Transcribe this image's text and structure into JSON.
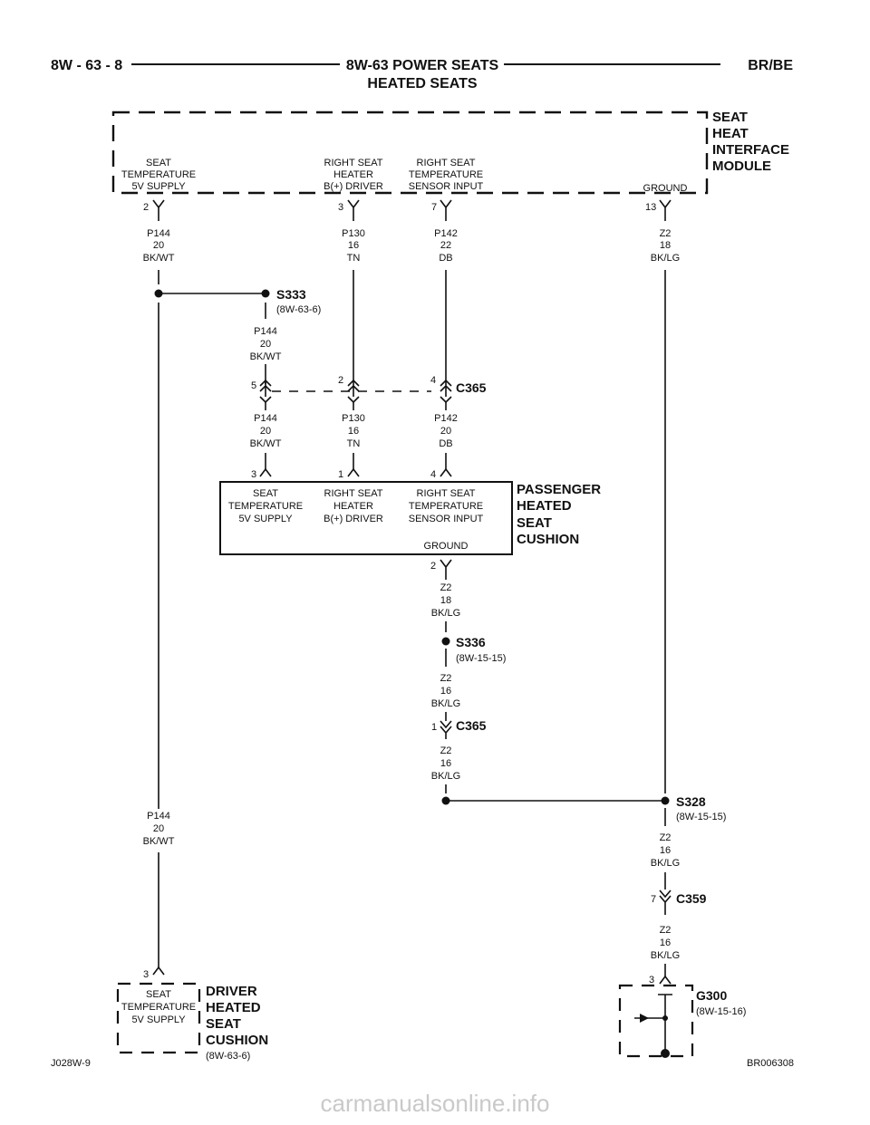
{
  "header": {
    "page_ref": "8W - 63 - 8",
    "title_line1": "8W-63 POWER SEATS",
    "title_line2": "HEATED SEATS",
    "model": "BR/BE"
  },
  "modules": {
    "interface": {
      "name": [
        "SEAT",
        "HEAT",
        "INTERFACE",
        "MODULE"
      ],
      "pins": [
        {
          "num": "2",
          "label": [
            "SEAT",
            "TEMPERATURE",
            "5V SUPPLY"
          ]
        },
        {
          "num": "3",
          "label": [
            "RIGHT SEAT",
            "HEATER",
            "B(+) DRIVER"
          ]
        },
        {
          "num": "7",
          "label": [
            "RIGHT SEAT",
            "TEMPERATURE",
            "SENSOR INPUT"
          ]
        },
        {
          "num": "13",
          "label": [
            "GROUND"
          ]
        }
      ]
    },
    "passenger": {
      "name": [
        "PASSENGER",
        "HEATED",
        "SEAT",
        "CUSHION"
      ],
      "pins": [
        {
          "num": "3",
          "label": [
            "SEAT",
            "TEMPERATURE",
            "5V SUPPLY"
          ]
        },
        {
          "num": "1",
          "label": [
            "RIGHT SEAT",
            "HEATER",
            "B(+) DRIVER"
          ]
        },
        {
          "num": "4",
          "label": [
            "RIGHT SEAT",
            "TEMPERATURE",
            "SENSOR INPUT"
          ]
        },
        {
          "num": "2",
          "label": [
            "GROUND"
          ]
        }
      ]
    },
    "driver": {
      "name": [
        "DRIVER",
        "HEATED",
        "SEAT",
        "CUSHION"
      ],
      "ref": "(8W-63-6)",
      "pin": {
        "num": "3",
        "label": [
          "SEAT",
          "TEMPERATURE",
          "5V SUPPLY"
        ]
      }
    }
  },
  "wires": {
    "p144_top": [
      "P144",
      "20",
      "BK/WT"
    ],
    "p130_top": [
      "P130",
      "16",
      "TN"
    ],
    "p142_top": [
      "P142",
      "22",
      "DB"
    ],
    "z2_top": [
      "Z2",
      "18",
      "BK/LG"
    ],
    "p144_s333": [
      "P144",
      "20",
      "BK/WT"
    ],
    "p144_mid": [
      "P144",
      "20",
      "BK/WT"
    ],
    "p130_mid": [
      "P130",
      "16",
      "TN"
    ],
    "p142_mid": [
      "P142",
      "20",
      "DB"
    ],
    "z2_pass": [
      "Z2",
      "18",
      "BK/LG"
    ],
    "z2_s336": [
      "Z2",
      "16",
      "BK/LG"
    ],
    "z2_c365": [
      "Z2",
      "16",
      "BK/LG"
    ],
    "p144_left": [
      "P144",
      "20",
      "BK/WT"
    ],
    "z2_s328": [
      "Z2",
      "16",
      "BK/LG"
    ],
    "z2_c359": [
      "Z2",
      "16",
      "BK/LG"
    ]
  },
  "splices": {
    "s333": {
      "name": "S333",
      "ref": "(8W-63-6)"
    },
    "s336": {
      "name": "S336",
      "ref": "(8W-15-15)"
    },
    "s328": {
      "name": "S328",
      "ref": "(8W-15-15)"
    }
  },
  "connectors": {
    "c365": {
      "name": "C365",
      "pins": [
        "5",
        "2",
        "4"
      ]
    },
    "c365_b": {
      "name": "C365",
      "pin": "1"
    },
    "c359": {
      "name": "C359",
      "pin": "7"
    }
  },
  "ground": {
    "name": "G300",
    "ref": "(8W-15-16)",
    "pin": "3"
  },
  "footer": {
    "left": "J028W-9",
    "right": "BR006308"
  },
  "watermark": "carmanualsonline.info"
}
